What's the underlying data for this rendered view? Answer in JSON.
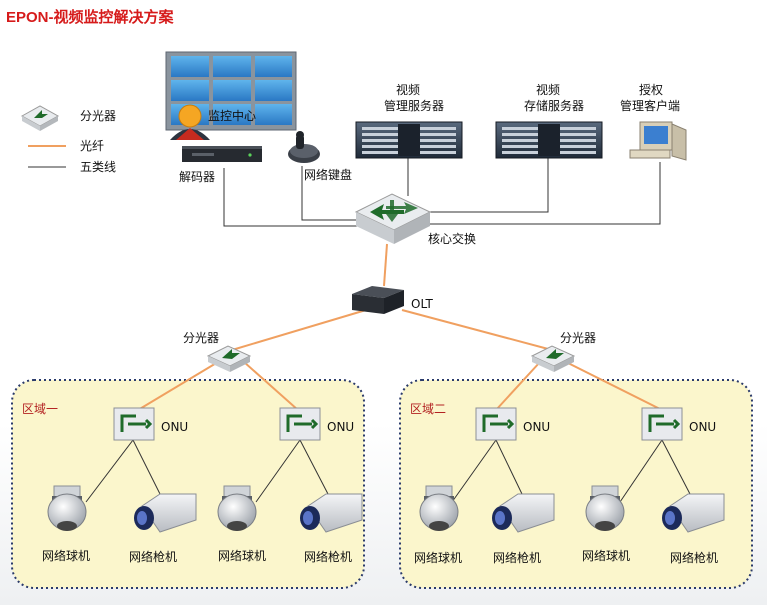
{
  "title": "EPON-视频监控解决方案",
  "legend": {
    "splitter": "分光器",
    "fiber": "光纤",
    "cat5": "五类线"
  },
  "nodes": {
    "monitor_center": "监控中心",
    "decoder": "解码器",
    "keyboard": "网络键盘",
    "video_mgmt_line1": "视频",
    "video_mgmt_line2": "管理服务器",
    "video_storage_line1": "视频",
    "video_storage_line2": "存储服务器",
    "client_line1": "授权",
    "client_line2": "管理客户端",
    "core_switch": "核心交换",
    "olt": "OLT",
    "splitter_left": "分光器",
    "splitter_right": "分光器"
  },
  "zones": [
    {
      "label": "区域一",
      "onus": [
        "ONU",
        "ONU"
      ],
      "cameras": [
        "网络球机",
        "网络枪机",
        "网络球机",
        "网络枪机"
      ]
    },
    {
      "label": "区域二",
      "onus": [
        "ONU",
        "ONU"
      ],
      "cameras": [
        "网络球机",
        "网络枪机",
        "网络球机",
        "网络枪机"
      ]
    }
  ],
  "colors": {
    "title": "#d61b1b",
    "fiber": "#f0a060",
    "cat5": "#333333",
    "zone_fill": "#fbf6cc",
    "zone_border": "#2a3a6a"
  }
}
